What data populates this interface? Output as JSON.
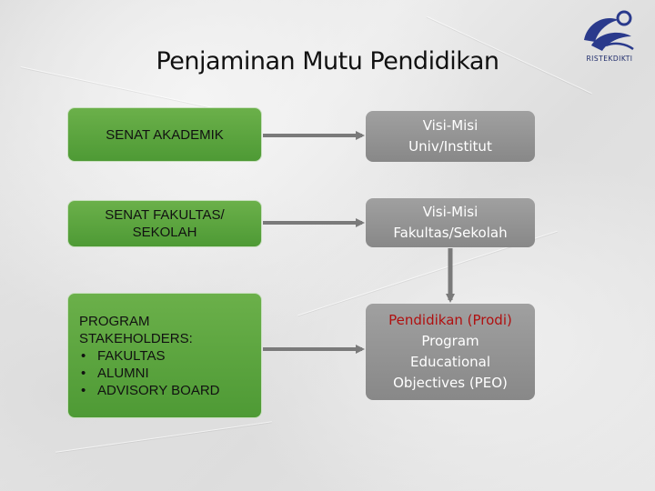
{
  "title": "Penjaminan Mutu Pendidikan",
  "logo": {
    "text": "RISTEKDIKTI",
    "icon": "ristekdikti-logo"
  },
  "left_boxes": {
    "senat_akademik": "SENAT AKADEMIK",
    "senat_fakultas_line1": "SENAT FAKULTAS/",
    "senat_fakultas_line2": "SEKOLAH",
    "stakeholders_heading1": "PROGRAM",
    "stakeholders_heading2": "STAKEHOLDERS:",
    "stakeholders_items": [
      "FAKULTAS",
      "ALUMNI",
      "ADVISORY BOARD"
    ]
  },
  "right_boxes": {
    "visi_univ_line1": "Visi-Misi",
    "visi_univ_line2": "Univ/Institut",
    "visi_fak_line1": "Visi-Misi",
    "visi_fak_line2": "Fakultas/Sekolah",
    "peo_line1": "Pendidikan (Prodi)",
    "peo_line2": "Program",
    "peo_line3": "Educational",
    "peo_line4": "Objectives (PEO)"
  },
  "colors": {
    "green_box": "#5aa33e",
    "gray_box": "#909090",
    "arrow": "#7a7a7a",
    "highlight_red": "#b01010"
  }
}
